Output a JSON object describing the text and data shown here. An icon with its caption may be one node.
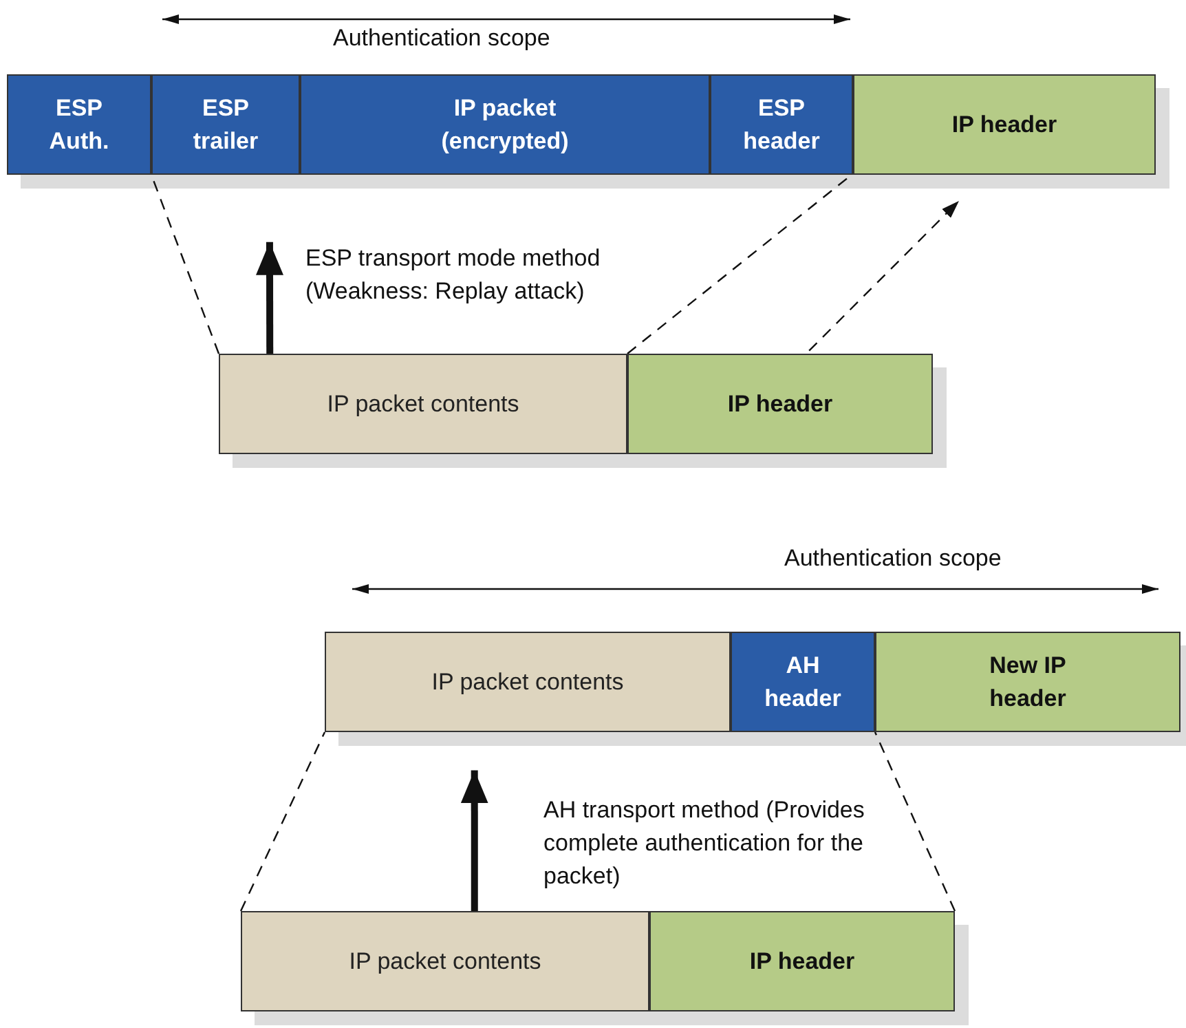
{
  "diagram": {
    "nodes": [
      {
        "text": [
          "ESP Auth."
        ]
      },
      {
        "text": [
          "ESP trailer"
        ]
      },
      {
        "text": [
          "IP packet (encrypted)"
        ]
      },
      {
        "text": [
          "ESP header"
        ]
      },
      {
        "text": [
          "IP header"
        ]
      },
      {
        "text": [
          "IP packet contents"
        ]
      },
      {
        "text": [
          "IP header"
        ]
      },
      {
        "text": [
          "IP packet contents"
        ]
      },
      {
        "text": [
          "AH header"
        ]
      },
      {
        "text": [
          "New IP header"
        ]
      },
      {
        "text": [
          "IP packet contents"
        ]
      },
      {
        "text": [
          "IP header"
        ]
      }
    ],
    "edges": [
      {
        "from": 5,
        "to": 1,
        "arrow": "none",
        "style": "dashed"
      },
      {
        "from": 5,
        "to": 3,
        "arrow": "none",
        "style": "dashed"
      },
      {
        "from": 6,
        "to": 4,
        "arrow": "to",
        "style": "dashed"
      },
      {
        "from": 5,
        "to": 1,
        "arrow": "to",
        "style": "thick",
        "label": "ESP transport mode method (Weakness: Replay attack)"
      },
      {
        "from": 10,
        "to": 7,
        "arrow": "none",
        "style": "dashed"
      },
      {
        "from": 11,
        "to": 8,
        "arrow": "none",
        "style": "dashed"
      },
      {
        "from": 10,
        "to": 7,
        "arrow": "to",
        "style": "thick",
        "label": "AH transport method (Provides complete authentication for the packet)"
      }
    ],
    "labels": [
      "Authentication scope",
      "Authentication scope"
    ]
  }
}
